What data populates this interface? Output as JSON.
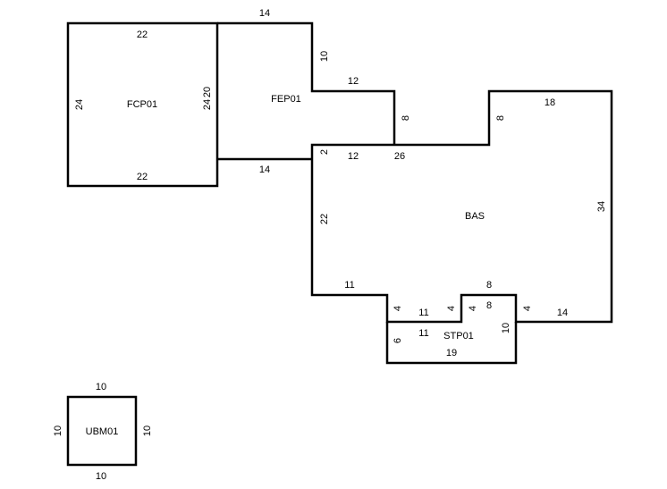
{
  "colors": {
    "background": "#ffffff",
    "line": "#000000",
    "text": "#000000"
  },
  "areas": {
    "fcp01": {
      "label": "FCP01",
      "dims": {
        "top": "22",
        "left": "24",
        "right": "24",
        "bottom": "22"
      }
    },
    "fep01": {
      "label": "FEP01",
      "dims": {
        "top": "14",
        "right_upper": "10",
        "step_top": "12",
        "step_right": "8",
        "inner_left": "20",
        "bottom": "14",
        "bottom_right": "2",
        "bottom_step": "12"
      }
    },
    "bas": {
      "label": "BAS",
      "dims": {
        "top_mid": "26",
        "notch_left": "8",
        "top_right": "18",
        "right": "34",
        "left": "22",
        "bottom_left": "11",
        "notch_in_left": "4",
        "notch_in_bottom": "11",
        "notch_in_step": "4",
        "notch_top": "8",
        "bottom_right_step": "4",
        "bottom_right": "14"
      }
    },
    "stp01": {
      "label": "STP01",
      "dims": {
        "top_left": "11",
        "step": "4",
        "top_right": "8",
        "right": "10",
        "left": "6",
        "bottom": "19"
      }
    },
    "ubm01": {
      "label": "UBM01",
      "dims": {
        "top": "10",
        "left": "10",
        "right": "10",
        "bottom": "10"
      }
    }
  }
}
